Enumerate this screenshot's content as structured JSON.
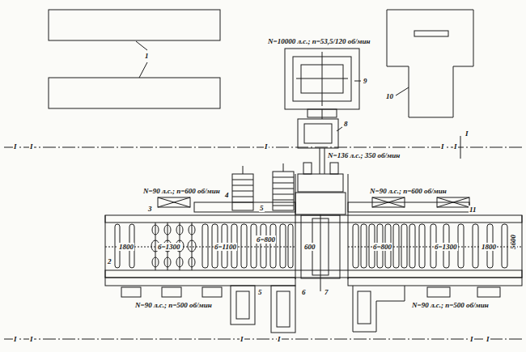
{
  "diagram": {
    "labels": [
      "1",
      "10",
      "N=10000 л.с.; n=53,5/120 об/мин",
      "9",
      "8",
      "I",
      "I",
      "I",
      "I",
      "I",
      "I",
      "N=136 л.с.; 350 об/мин",
      "N=90 л.с.; n=600 об/мин",
      "N=90 л.с.; n=600 об/мин",
      "4",
      "3",
      "5",
      "11",
      "2",
      "1800",
      "б=1300",
      "б=1100",
      "б=800",
      "600",
      "б=800",
      "б=1300",
      "1800",
      "5600",
      "5",
      "6",
      "7",
      "N=90 л.с.; n=500 об/мин",
      "N=90 л.с.; n=500 об/мин",
      "I",
      "I",
      "I",
      "I",
      "I",
      "I"
    ]
  }
}
